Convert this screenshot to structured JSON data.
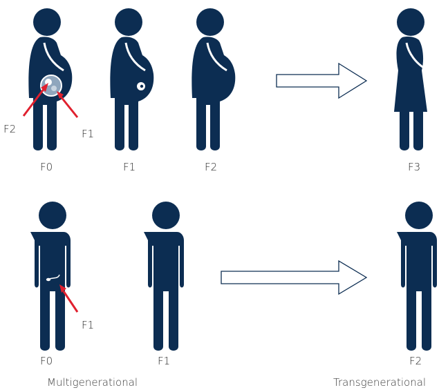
{
  "colors": {
    "figure": "#0c2d52",
    "arrow_red": "#e0202e",
    "background": "#ffffff"
  },
  "top_row": {
    "labels": [
      "F0",
      "F1",
      "F2",
      "F3"
    ],
    "annotations": {
      "left": "F2",
      "right": "F1"
    }
  },
  "bottom_row": {
    "labels": [
      "F0",
      "F1",
      "F2"
    ],
    "annotation": "F1"
  },
  "captions": {
    "left": "Multigenerational",
    "right": "Transgenerational"
  }
}
